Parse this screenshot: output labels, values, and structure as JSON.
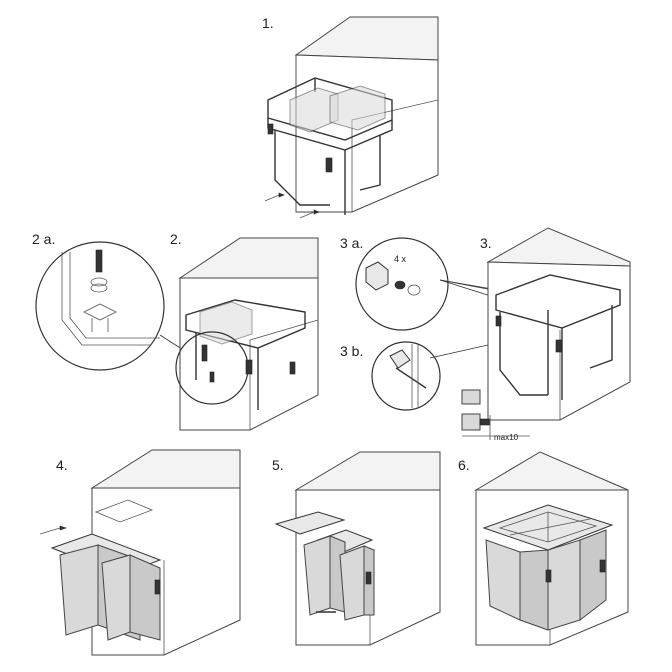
{
  "steps": {
    "s1": "1.",
    "s2a": "2 a.",
    "s2": "2.",
    "s3a": "3 a.",
    "s3b": "3 b.",
    "s3": "3.",
    "s4": "4.",
    "s5": "5.",
    "s6": "6."
  },
  "annotations": {
    "count": "4 x",
    "max": "max10"
  }
}
